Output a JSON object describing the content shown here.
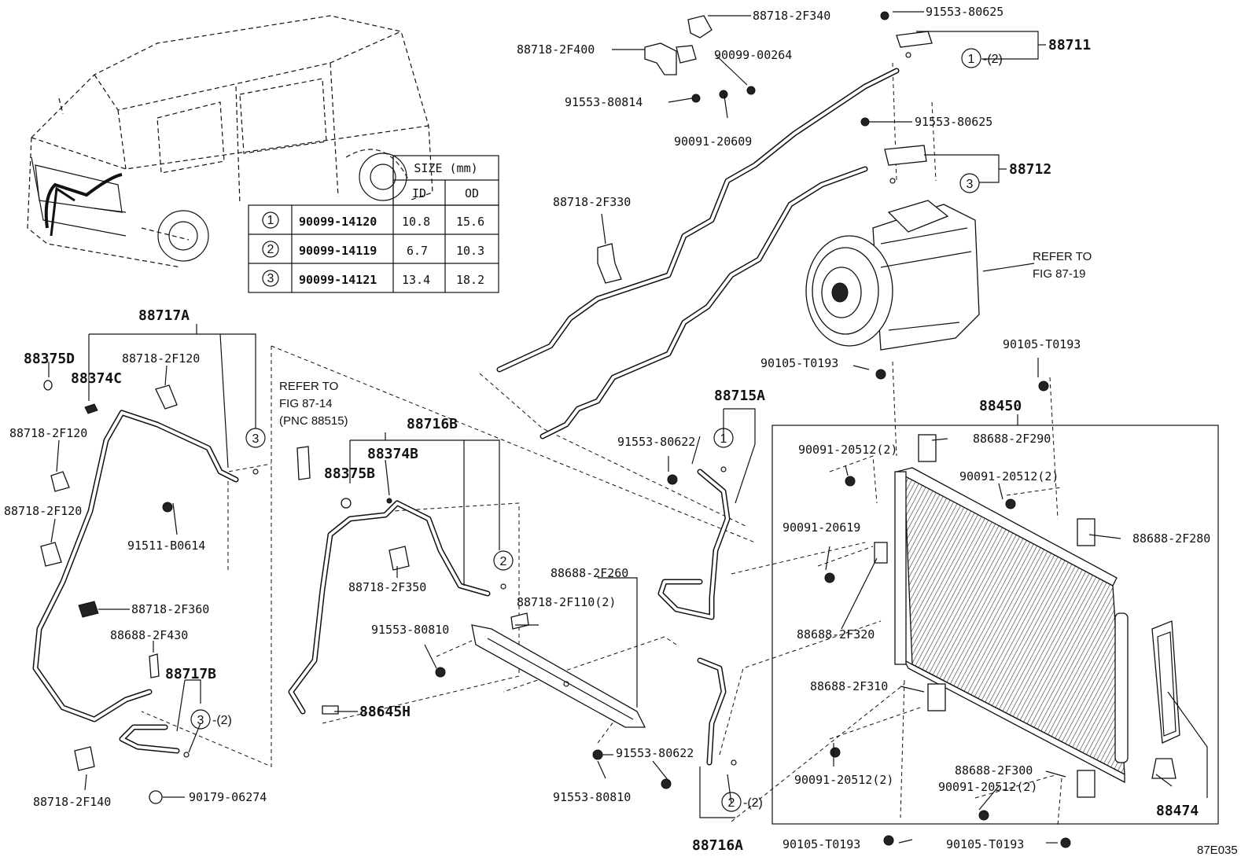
{
  "size_table": {
    "header_size": "SIZE (mm)",
    "header_id": "ID",
    "header_od": "OD",
    "rows": [
      {
        "num": "1",
        "part": "90099-14120",
        "id": "10.8",
        "od": "15.6"
      },
      {
        "num": "2",
        "part": "90099-14119",
        "id": "6.7",
        "od": "10.3"
      },
      {
        "num": "3",
        "part": "90099-14121",
        "id": "13.4",
        "od": "18.2"
      }
    ]
  },
  "notes": {
    "refer_1_line1": "REFER TO",
    "refer_1_line2": "FIG 87-19",
    "refer_2_line1": "REFER TO",
    "refer_2_line2": "FIG 87-14",
    "refer_2_line3": "(PNC 88515)"
  },
  "callouts": {
    "c1": "1",
    "c2": "2",
    "c3": "3",
    "qty2": "-(2)"
  },
  "labels": {
    "l_88718_2F340": "88718-2F340",
    "l_91553_80625_a": "91553-80625",
    "l_88711": "88711",
    "l_88718_2F400": "88718-2F400",
    "l_90099_00264": "90099-00264",
    "l_91553_80814": "91553-80814",
    "l_90091_20609": "90091-20609",
    "l_91553_80625_b": "91553-80625",
    "l_88712": "88712",
    "l_88718_2F330": "88718-2F330",
    "l_88717A": "88717A",
    "l_88375D": "88375D",
    "l_88374C": "88374C",
    "l_88718_2F120_a": "88718-2F120",
    "l_88718_2F120_b": "88718-2F120",
    "l_88718_2F120_c": "88718-2F120",
    "l_91511_B0614": "91511-B0614",
    "l_88716B": "88716B",
    "l_88374B": "88374B",
    "l_88375B": "88375B",
    "l_88718_2F350": "88718-2F350",
    "l_88718_2F360": "88718-2F360",
    "l_88688_2F430": "88688-2F430",
    "l_88717B": "88717B",
    "l_88718_2F140": "88718-2F140",
    "l_90179_06274": "90179-06274",
    "l_88645H": "88645H",
    "l_91553_80810_a": "91553-80810",
    "l_88688_2F260": "88688-2F260",
    "l_88718_2F110": "88718-2F110(2)",
    "l_91553_80622_a": "91553-80622",
    "l_91553_80810_b": "91553-80810",
    "l_91553_80622_b": "91553-80622",
    "l_88716A": "88716A",
    "l_88715A": "88715A",
    "l_90105_T0193_a": "90105-T0193",
    "l_90105_T0193_b": "90105-T0193",
    "l_88450": "88450",
    "l_90091_20512_a": "90091-20512(2)",
    "l_88688_2F290": "88688-2F290",
    "l_90091_20512_b": "90091-20512(2)",
    "l_88688_2F280": "88688-2F280",
    "l_90091_20619": "90091-20619",
    "l_88688_2F320": "88688-2F320",
    "l_88688_2F310": "88688-2F310",
    "l_90091_20512_c": "90091-20512(2)",
    "l_88688_2F300": "88688-2F300",
    "l_90091_20512_d": "90091-20512(2)",
    "l_88474": "88474",
    "l_90105_T0193_c": "90105-T0193",
    "l_90105_T0193_d": "90105-T0193"
  },
  "sheet_id": "87E035"
}
